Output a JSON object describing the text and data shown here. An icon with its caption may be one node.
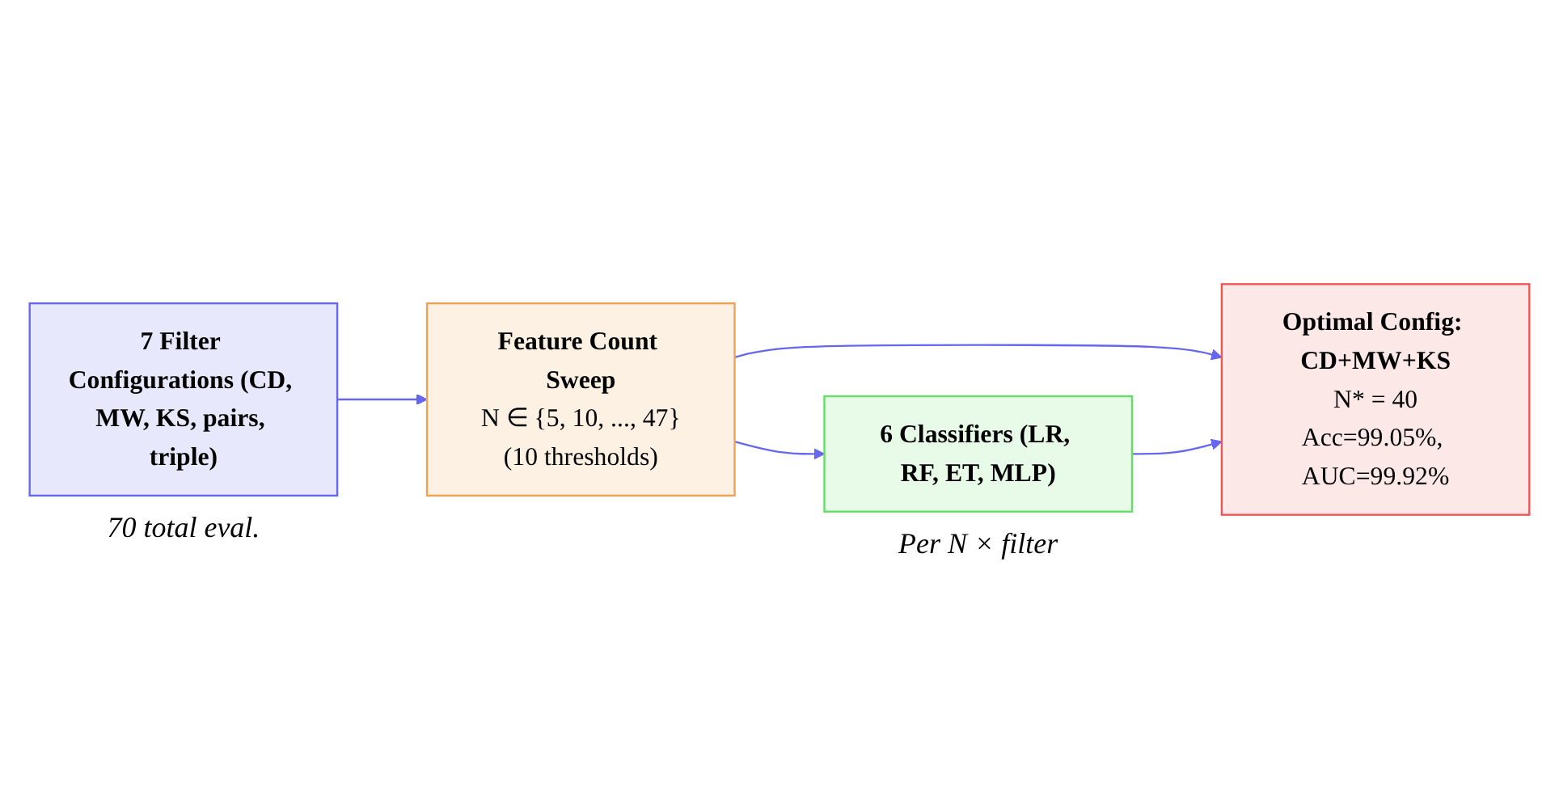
{
  "diagram": {
    "nodes": [
      {
        "text": [
          "7 Filter Configurations (CD, MW, KS, pairs, triple)"
        ],
        "beside": [
          "70 total eval."
        ]
      },
      {
        "text": [
          "Feature Count Sweep",
          "N ∈ {5, 10, ..., 47}",
          "(10 thresholds)"
        ]
      },
      {
        "text": [
          "6 Classifiers (LR, RF, ET, MLP)"
        ],
        "beside": [
          "Per N × filter"
        ]
      },
      {
        "text": [
          "Optimal Config: CD+MW+KS",
          "N* = 40",
          "Acc=99.05%, AUC=99.92%"
        ]
      }
    ],
    "edges": [
      {
        "from": 0,
        "to": 1,
        "arrow": "to"
      },
      {
        "from": 1,
        "to": 2,
        "arrow": "to"
      },
      {
        "from": 1,
        "to": 3,
        "arrow": "to"
      },
      {
        "from": 2,
        "to": 3,
        "arrow": "to"
      }
    ]
  }
}
